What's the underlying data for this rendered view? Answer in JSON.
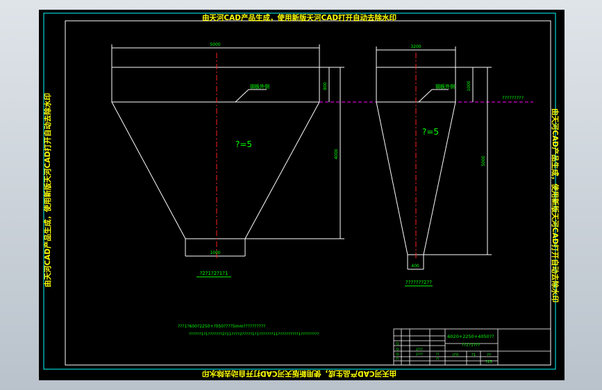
{
  "watermark": {
    "top": "由天河CAD产品生成，使用新版天河CAD打开自动去除水印",
    "bottom": "由天河CAD产品生成，使用新版天河CAD打开自动去除水印",
    "left": "由天河CAD产品生成，使用新版天河CAD打开自动去除水印",
    "right": "由天河CAD产品生成，使用新版天河CAD打开自动去除水印"
  },
  "view1": {
    "top_width": "5000",
    "bottom_width": "1000",
    "cyl_height": "800",
    "cone_height": "4000",
    "label": "钢板外侧",
    "z": "?=5",
    "caption": "?2?1?2?1?1"
  },
  "view2": {
    "top_width": "3200",
    "bottom_width": "400",
    "cyl_height": "1000",
    "cone_height": "5000",
    "label": "钢板外侧",
    "z": "?=5",
    "caption": "???????2??"
  },
  "side_note": "?????????",
  "notes": {
    "line1": "???1?600?2250+?050????5mm??????????",
    "line2": "??????1?1???????2?11????2?????1?1???????11??????????1?????????"
  },
  "title_block": {
    "title": "6020+2250+4050??",
    "subtitle": "??1?1???",
    "cell_a": "|??|",
    "cell_b": "?1",
    "cell_c": "??",
    "cell_d": "?25",
    "row_labels": [
      "?1",
      "?2",
      "?2",
      "??"
    ],
    "row_codes": [
      "2???",
      "2???",
      "??",
      "??"
    ]
  }
}
